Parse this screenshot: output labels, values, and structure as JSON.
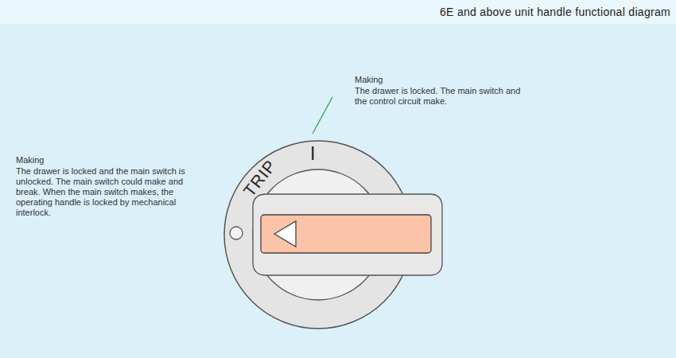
{
  "diagram": {
    "title": "6E and above unit handle functional diagram",
    "labels": [
      "Making",
      "The drawer is locked. The main switch and the control circuit make.",
      "Making",
      "The drawer is locked and the main switch is unlocked. The main switch could make and break. When the main switch makes, the operating handle is locked by mechanical interlock.",
      "TRIP",
      "I"
    ]
  }
}
